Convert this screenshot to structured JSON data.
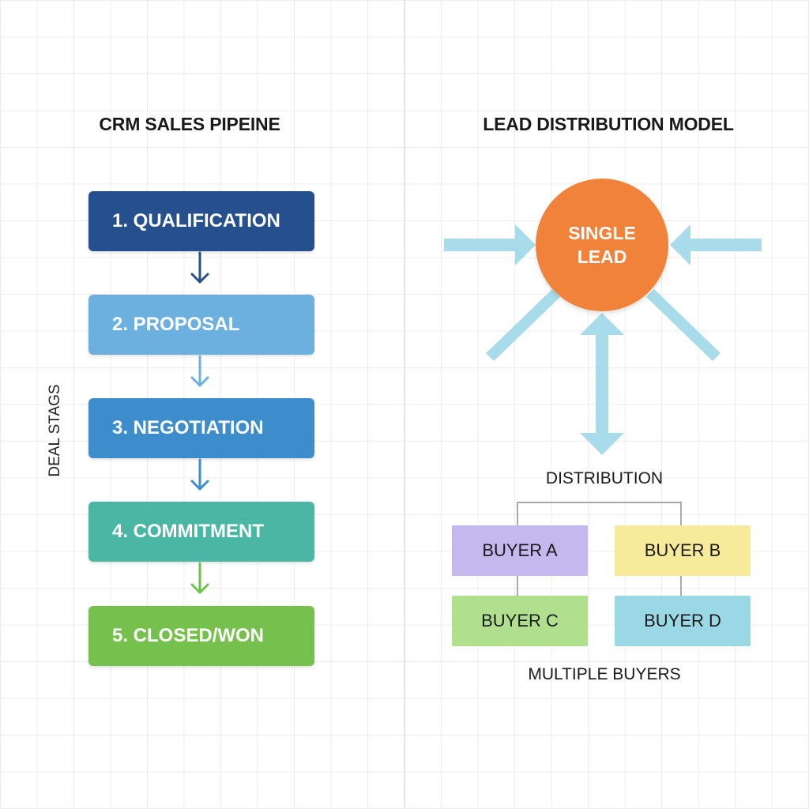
{
  "left_panel": {
    "title": "CRM SALES PIPEINE",
    "side_label": "DEAL STAGS",
    "stages": [
      {
        "label": "1. QUALIFICATION",
        "color": "#264f8e"
      },
      {
        "label": "2. PROPOSAL",
        "color": "#6cb0e0"
      },
      {
        "label": "3. NEGOTIATION",
        "color": "#3d8ccb"
      },
      {
        "label": "4. COMMITMENT",
        "color": "#4ab6a4"
      },
      {
        "label": "5. CLOSED/WON",
        "color": "#76c14e"
      }
    ],
    "arrow_colors": [
      "#264f8e",
      "#6cb0e0",
      "#3d8ccb",
      "#6cc24a"
    ]
  },
  "right_panel": {
    "title": "LEAD DISTRIBUTION MODEL",
    "center": {
      "line1": "SINGLE",
      "line2": "LEAD",
      "color": "#f0823a"
    },
    "arrow_color": "#a8dcea",
    "distribution_label": "DISTRIBUTION",
    "buyers": [
      {
        "label": "BUYER A",
        "color": "#c4b8ef"
      },
      {
        "label": "BUYER B",
        "color": "#f7ea9a"
      },
      {
        "label": "BUYER C",
        "color": "#b0e08e"
      },
      {
        "label": "BUYER D",
        "color": "#9ad8e6"
      }
    ],
    "footer_label": "MULTIPLE BUYERS"
  }
}
